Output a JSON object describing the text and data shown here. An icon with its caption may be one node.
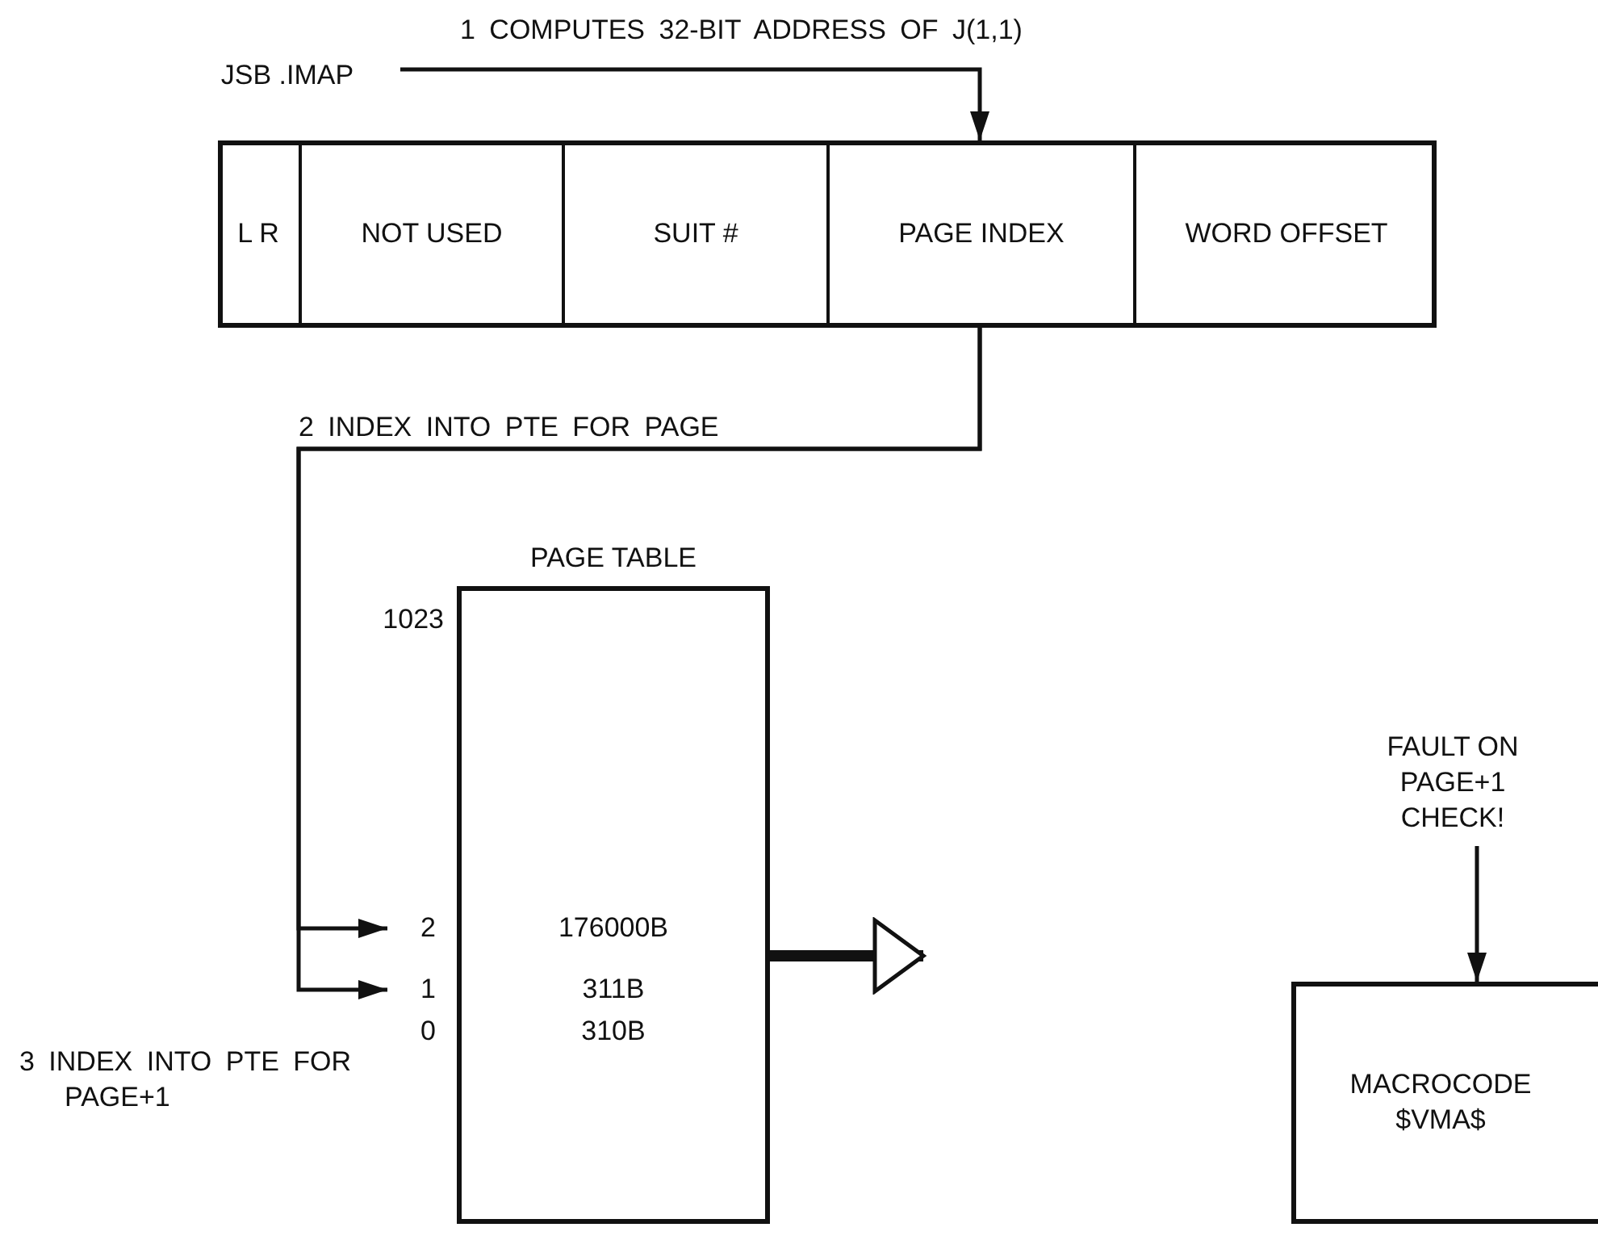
{
  "diagram": {
    "nodes": [
      {
        "text": [
          "JSB .IMAP"
        ]
      },
      {
        "text": [],
        "shape": "box"
      },
      {
        "text": [
          "L R"
        ],
        "in": 1
      },
      {
        "text": [
          "NOT USED"
        ],
        "in": 1
      },
      {
        "text": [
          "SUIT #"
        ],
        "in": 1
      },
      {
        "text": [
          "PAGE INDEX"
        ],
        "in": 1
      },
      {
        "text": [
          "WORD OFFSET"
        ],
        "in": 1
      },
      {
        "text": [
          "PAGE TABLE"
        ],
        "beside": [
          "1023"
        ]
      },
      {
        "text": [
          "176000B"
        ],
        "beside": [
          "2"
        ],
        "in": 7
      },
      {
        "text": [
          "311B"
        ],
        "beside": [
          "1"
        ],
        "in": 7
      },
      {
        "text": [
          "310B"
        ],
        "beside": [
          "0"
        ],
        "in": 7
      },
      {
        "text": [
          "FAULT ON PAGE+1 CHECK!"
        ]
      },
      {
        "text": [
          "MACROCODE $VMA$"
        ]
      }
    ],
    "edges": [
      {
        "from": 0,
        "to": 5,
        "arrow": "to",
        "label": "1 COMPUTES 32-BIT ADDRESS OF J(1,1)"
      },
      {
        "from": 5,
        "to": 8,
        "arrow": "to",
        "label": "2 INDEX INTO PTE FOR PAGE"
      },
      {
        "from": 5,
        "to": 9,
        "arrow": "to",
        "label": "3 INDEX INTO PTE FOR PAGE+1"
      },
      {
        "from": 7,
        "to": null,
        "arrow": "to",
        "style": "thick"
      },
      {
        "from": 11,
        "to": 12,
        "arrow": "to"
      }
    ]
  }
}
